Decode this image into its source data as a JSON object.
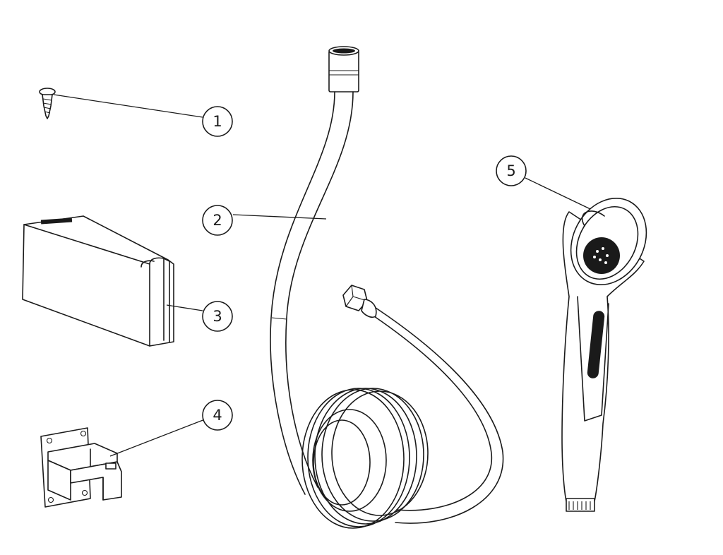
{
  "callouts": [
    {
      "id": "1",
      "label": "1",
      "part": "screw"
    },
    {
      "id": "2",
      "label": "2",
      "part": "hose"
    },
    {
      "id": "3",
      "label": "3",
      "part": "holder-cover"
    },
    {
      "id": "4",
      "label": "4",
      "part": "wall-bracket"
    },
    {
      "id": "5",
      "label": "5",
      "part": "hand-shower"
    }
  ],
  "colors": {
    "line": "#1a1a1a",
    "background": "#ffffff"
  }
}
